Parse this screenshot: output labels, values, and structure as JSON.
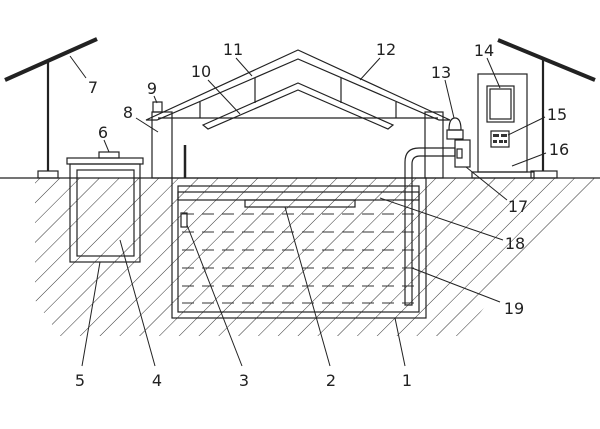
{
  "part_labels": [
    "1",
    "2",
    "3",
    "4",
    "5",
    "6",
    "7",
    "8",
    "9",
    "10",
    "11",
    "12",
    "13",
    "14",
    "15",
    "16",
    "17",
    "18",
    "19"
  ]
}
